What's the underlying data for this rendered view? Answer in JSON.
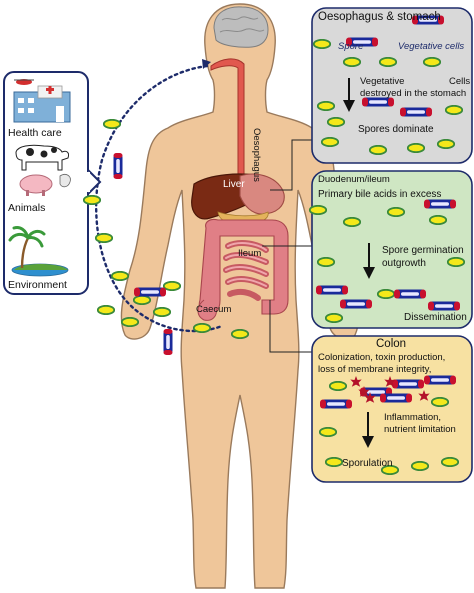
{
  "sources": {
    "health_care": "Health care",
    "animals": "Animals",
    "environment": "Environment"
  },
  "organs": {
    "oesophagus": "Oesophagus",
    "liver": "Liver",
    "ileum": "Ileum",
    "caecum": "Caecum"
  },
  "panels": {
    "oesophagus_stomach": {
      "title": "Oesophagus & stomach",
      "spore_label": "Spore",
      "vegetative_label": "Vegetative cells",
      "destroyed_line1": "Vegetative",
      "destroyed_line1_right": "Cells",
      "destroyed_line2": "destroyed in the stomach",
      "dominate": "Spores dominate"
    },
    "duodenum_ileum": {
      "title": "Duodenum/ileum",
      "bile": "Primary bile acids in excess",
      "germination_line1": "Spore germination",
      "germination_line2": "outgrowth",
      "dissemination": "Dissemination"
    },
    "colon": {
      "title": "Colon",
      "line1": "Colonization, toxin production,",
      "line2": "loss of membrane integrity,",
      "inflammation_line1": "Inflammation,",
      "inflammation_line2": "nutrient limitation",
      "sporulation": "Sporulation"
    }
  },
  "colors": {
    "skin": "#efc69a",
    "skin_outline": "#9a7a5c",
    "spore_fill": "#f4e81a",
    "spore_ring": "#3a8a3a",
    "vegetative_fill": "#1a2a9a",
    "vegetative_center": "#e8e8ff",
    "vegetative_ends": "#c8102e",
    "panel_grey": "#d9d9d9",
    "panel_green": "#cfe6c3",
    "panel_yellow": "#f7e1a2",
    "liver": "#7a2a14",
    "stomach": "#d98880",
    "intestine": "#e07f86",
    "esophagus": "#e1584e"
  }
}
